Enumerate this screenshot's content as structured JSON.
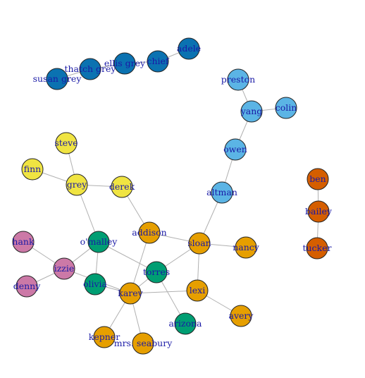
{
  "graph": {
    "palette": {
      "blue": "#0b72b1",
      "lightblue": "#5bb4e5",
      "yellow": "#f0e442",
      "orange": "#e69f00",
      "green": "#009e73",
      "pink": "#cc79a7",
      "vermillion": "#d55e00"
    },
    "nodes": [
      {
        "id": "adele",
        "label": "adele",
        "group": "blue"
      },
      {
        "id": "chief",
        "label": "chief",
        "group": "blue"
      },
      {
        "id": "ellis",
        "label": "ellis grey",
        "group": "blue"
      },
      {
        "id": "thatch",
        "label": "thatch grey",
        "group": "blue"
      },
      {
        "id": "susan",
        "label": "susan grey",
        "group": "blue"
      },
      {
        "id": "preston",
        "label": "preston",
        "group": "lightblue"
      },
      {
        "id": "yang",
        "label": "yang",
        "group": "lightblue"
      },
      {
        "id": "colin",
        "label": "colin",
        "group": "lightblue"
      },
      {
        "id": "owen",
        "label": "owen",
        "group": "lightblue"
      },
      {
        "id": "altman",
        "label": "altman",
        "group": "lightblue"
      },
      {
        "id": "steve",
        "label": "steve",
        "group": "yellow"
      },
      {
        "id": "finn",
        "label": "finn",
        "group": "yellow"
      },
      {
        "id": "grey",
        "label": "grey",
        "group": "yellow"
      },
      {
        "id": "derek",
        "label": "derek",
        "group": "yellow"
      },
      {
        "id": "ben",
        "label": "ben",
        "group": "vermillion"
      },
      {
        "id": "bailey",
        "label": "bailey",
        "group": "vermillion"
      },
      {
        "id": "tucker",
        "label": "tucker",
        "group": "vermillion"
      },
      {
        "id": "addison",
        "label": "addison",
        "group": "orange"
      },
      {
        "id": "sloan",
        "label": "sloan",
        "group": "orange"
      },
      {
        "id": "nancy",
        "label": "nancy",
        "group": "orange"
      },
      {
        "id": "omalley",
        "label": "o'malley",
        "group": "green"
      },
      {
        "id": "torres",
        "label": "torres",
        "group": "green"
      },
      {
        "id": "hank",
        "label": "hank",
        "group": "pink"
      },
      {
        "id": "izzie",
        "label": "izzie",
        "group": "pink"
      },
      {
        "id": "denny",
        "label": "denny",
        "group": "pink"
      },
      {
        "id": "olivia",
        "label": "olivia",
        "group": "green"
      },
      {
        "id": "karev",
        "label": "karev",
        "group": "orange"
      },
      {
        "id": "lexi",
        "label": "lexi",
        "group": "orange"
      },
      {
        "id": "avery",
        "label": "avery",
        "group": "orange"
      },
      {
        "id": "arizona",
        "label": "arizona",
        "group": "green"
      },
      {
        "id": "kepner",
        "label": "kepner",
        "group": "orange"
      },
      {
        "id": "seabury",
        "label": "mrs. seabury",
        "group": "orange"
      }
    ],
    "edges": [
      [
        "adele",
        "chief"
      ],
      [
        "chief",
        "ellis"
      ],
      [
        "ellis",
        "thatch"
      ],
      [
        "thatch",
        "susan"
      ],
      [
        "preston",
        "yang"
      ],
      [
        "yang",
        "colin"
      ],
      [
        "yang",
        "owen"
      ],
      [
        "owen",
        "altman"
      ],
      [
        "altman",
        "sloan"
      ],
      [
        "steve",
        "grey"
      ],
      [
        "finn",
        "grey"
      ],
      [
        "grey",
        "derek"
      ],
      [
        "grey",
        "omalley"
      ],
      [
        "derek",
        "addison"
      ],
      [
        "addison",
        "sloan"
      ],
      [
        "addison",
        "karev"
      ],
      [
        "sloan",
        "nancy"
      ],
      [
        "sloan",
        "torres"
      ],
      [
        "sloan",
        "lexi"
      ],
      [
        "omalley",
        "torres"
      ],
      [
        "omalley",
        "izzie"
      ],
      [
        "omalley",
        "olivia"
      ],
      [
        "hank",
        "izzie"
      ],
      [
        "denny",
        "izzie"
      ],
      [
        "izzie",
        "karev"
      ],
      [
        "olivia",
        "karev"
      ],
      [
        "torres",
        "karev"
      ],
      [
        "torres",
        "arizona"
      ],
      [
        "karev",
        "lexi"
      ],
      [
        "lexi",
        "avery"
      ],
      [
        "karev",
        "kepner"
      ],
      [
        "karev",
        "seabury"
      ],
      [
        "ben",
        "bailey"
      ],
      [
        "bailey",
        "tucker"
      ]
    ]
  }
}
